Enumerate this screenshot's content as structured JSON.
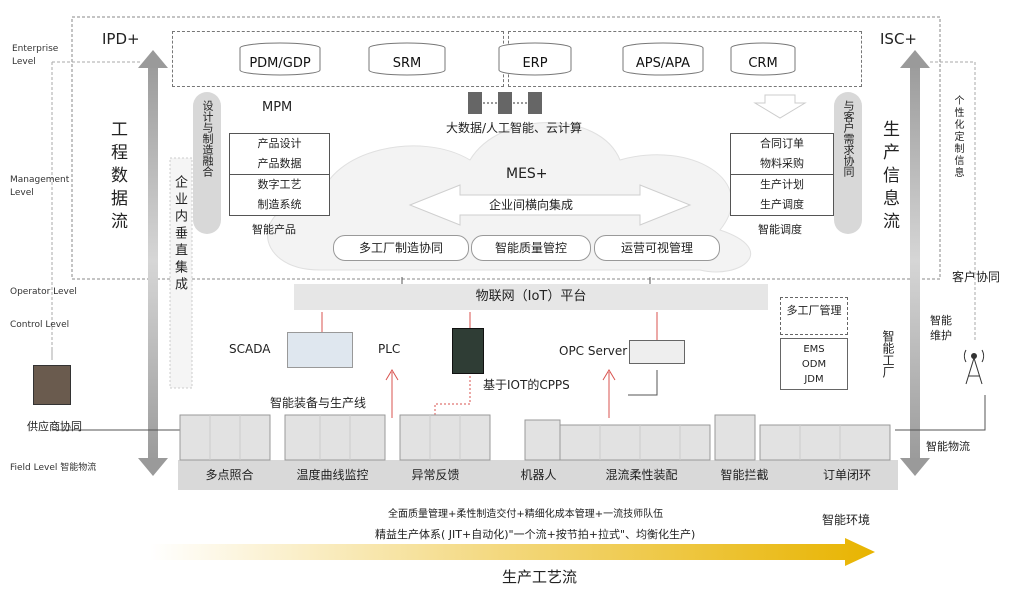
{
  "levels": [
    "Enterprise Level",
    "Management Level",
    "Operator Level",
    "Control Level",
    "Field Level 智能物流"
  ],
  "enterprise": {
    "left_label": "IPD+",
    "right_label": "ISC+",
    "systems": [
      "PDM/GDP",
      "SRM",
      "ERP",
      "APS/APA",
      "CRM"
    ]
  },
  "mpm": {
    "title": "MPM",
    "items": [
      "产品设计",
      "产品数据",
      "数字工艺",
      "制造系统",
      "智能产品"
    ]
  },
  "crm_side": {
    "items": [
      "合同订单",
      "物料采购",
      "生产计划",
      "生产调度",
      "智能调度"
    ]
  },
  "left_pill": "设计与制造融合",
  "right_pill": "与客户需求协同",
  "left_flow": "工程数据流",
  "right_flow": "生产信息流",
  "vertical_integration": "企业内垂直集成",
  "far_right_label": "个性化定制信息",
  "customer": "客户协同",
  "cloud_title": "大数据/人工智能、云计算",
  "mes": {
    "title": "MES+",
    "subtitle": "企业间横向集成"
  },
  "mes_pills": [
    "多工厂制造协同",
    "智能质量管控",
    "运营可视管理"
  ],
  "iot": "物联网（IoT）平台",
  "control": {
    "scada": "SCADA",
    "plc": "PLC",
    "cpps": "基于IOT的CPPS",
    "opc": "OPC Server",
    "equipment": "智能装备与生产线"
  },
  "multi_factory": {
    "title": "多工厂管理",
    "items": [
      "EMS",
      "ODM",
      "JDM"
    ]
  },
  "smart_factory": "智能工厂",
  "smart_maint": "智能维护",
  "supplier": "供应商协同",
  "smart_logistics": "智能物流",
  "field_cells": [
    "多点照合",
    "温度曲线监控",
    "异常反馈",
    "机器人",
    "混流柔性装配",
    "智能拦截",
    "订单闭环"
  ],
  "bottom_line1": "全面质量管理+柔性制造交付+精细化成本管理+一流技师队伍",
  "bottom_line2": "精益生产体系( JIT+自动化)\"一个流+按节拍+拉式\"、均衡化生产)",
  "smart_env": "智能环境",
  "process_flow": "生产工艺流",
  "colors": {
    "accent_red": "#d9534f",
    "arrow_gold": "#e8b400",
    "grey_band": "#d9d9d9"
  }
}
